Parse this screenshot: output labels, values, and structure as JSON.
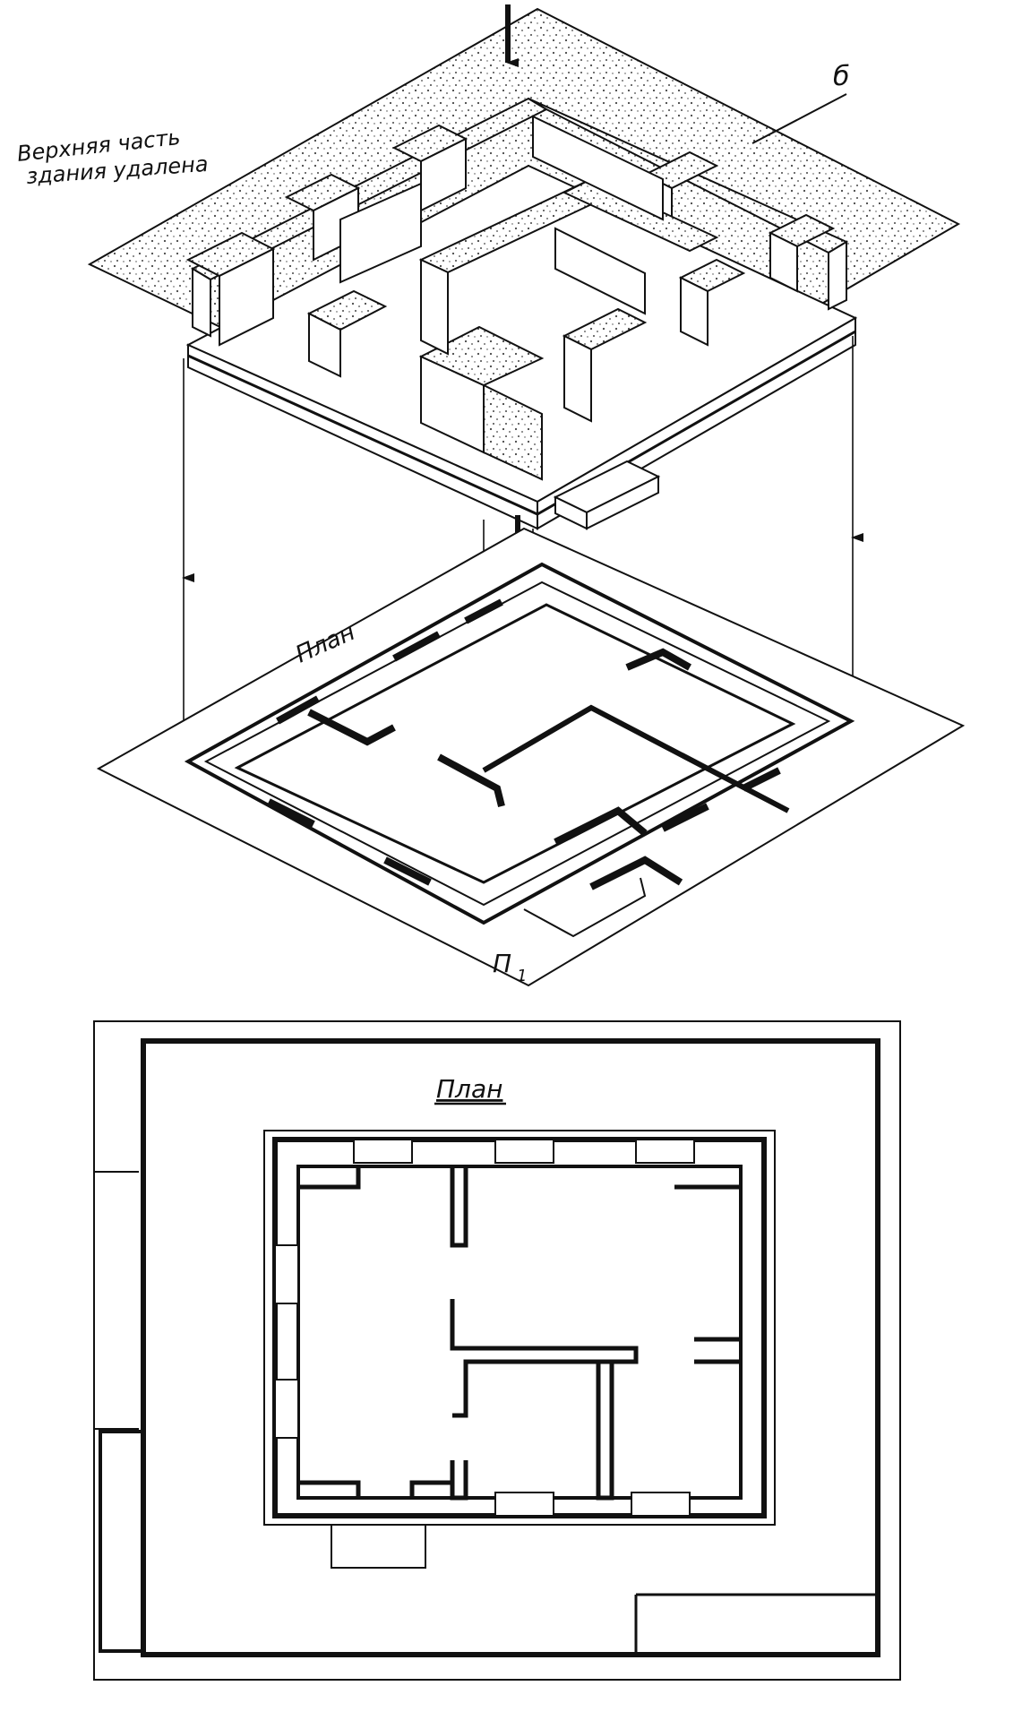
{
  "labels": {
    "removed_top_line1": "Верхняя часть",
    "removed_top_line2": "здания удалена",
    "section_plane_letter": "б",
    "plan_iso": "План",
    "plane_letter": "П",
    "plane_index": "1",
    "plan_drawing_title": "План"
  },
  "colors": {
    "ink": "#111111",
    "paper": "#ffffff",
    "stipple": "#555555"
  }
}
